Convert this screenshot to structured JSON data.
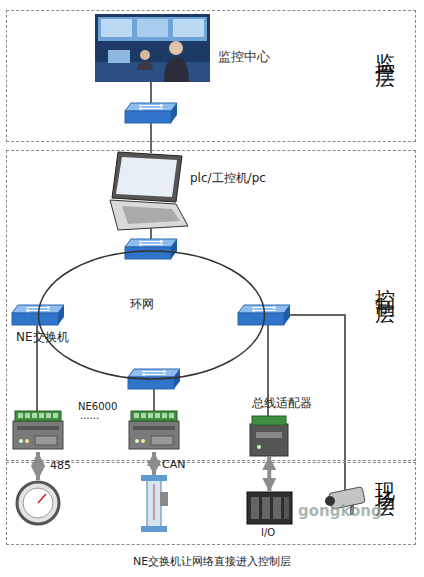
{
  "diagram": {
    "caption": "NE交换机让网络直接进入控制层",
    "nodes": [
      {
        "text": [
          "监控层"
        ]
      },
      {
        "text": [
          "监控中心"
        ],
        "in": 0
      },
      {
        "text": [
          "控制层"
        ]
      },
      {
        "text": [
          "plc/工控机/pc"
        ],
        "in": 2
      },
      {
        "text": [
          "环网"
        ],
        "in": 2
      },
      {
        "text": [
          "NE交换机"
        ],
        "in": 2
      },
      {
        "text": [
          "总线适配器"
        ],
        "in": 2
      },
      {
        "text": [
          "现场层"
        ]
      },
      {
        "text": [
          "I/O"
        ],
        "in": 7
      }
    ],
    "edges": [
      {
        "from": 6,
        "to": 8,
        "arrow": "both"
      }
    ],
    "labels": [
      "NE6000",
      "......",
      "485",
      "CAN",
      "gongkong"
    ]
  }
}
